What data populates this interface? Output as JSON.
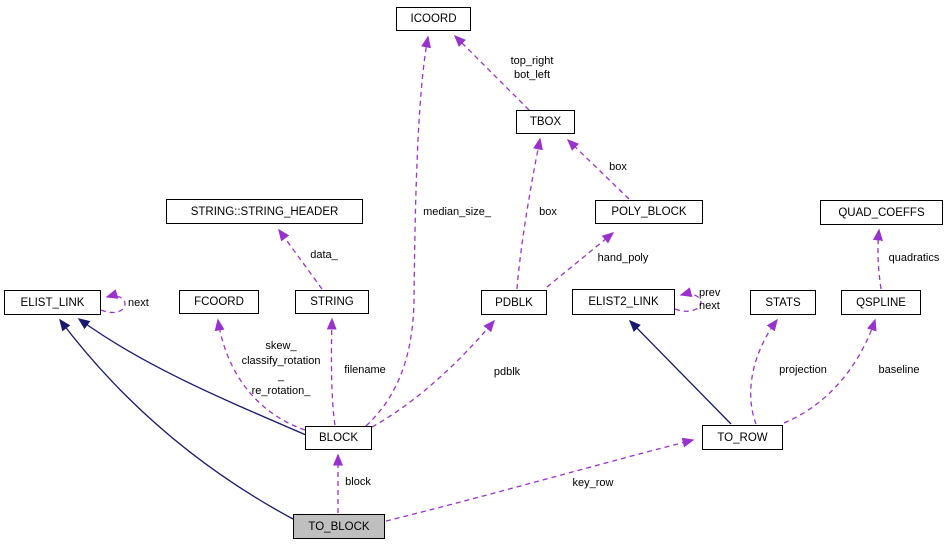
{
  "diagram": {
    "title": "TO_BLOCK collaboration graph",
    "highlighted_node": "TO_BLOCK",
    "colors": {
      "association_edge": "#9932cc",
      "inheritance_edge": "#191970",
      "node_border": "#000000",
      "node_fill": "#ffffff",
      "highlight_fill": "#bfbfbf",
      "background": "#ffffff",
      "text": "#000000"
    }
  },
  "nodes": {
    "icoord": {
      "label": "ICOORD"
    },
    "tbox": {
      "label": "TBOX"
    },
    "string_header": {
      "label": "STRING::STRING_HEADER"
    },
    "poly_block": {
      "label": "POLY_BLOCK"
    },
    "quad_coeffs": {
      "label": "QUAD_COEFFS"
    },
    "elist_link": {
      "label": "ELIST_LINK"
    },
    "fcoord": {
      "label": "FCOORD"
    },
    "string": {
      "label": "STRING"
    },
    "pdblk": {
      "label": "PDBLK"
    },
    "elist2_link": {
      "label": "ELIST2_LINK"
    },
    "stats": {
      "label": "STATS"
    },
    "qspline": {
      "label": "QSPLINE"
    },
    "block": {
      "label": "BLOCK"
    },
    "to_row": {
      "label": "TO_ROW"
    },
    "to_block": {
      "label": "TO_BLOCK"
    }
  },
  "edge_labels": {
    "top_right_bot_left": "top_right\nbot_left",
    "box_polyblock_tbox": "box",
    "box_pdblk_tbox": "box",
    "median_size": "median_size_",
    "data": "data_",
    "hand_poly": "hand_poly",
    "next_elist": "next",
    "prev_next_elist2": "prev\nnext",
    "quadratics": "quadratics",
    "rotations": "skew_\nclassify_rotation\n_\nre_rotation_",
    "filename": "filename",
    "pdblk": "pdblk",
    "projection": "projection",
    "baseline": "baseline",
    "block": "block",
    "key_row": "key_row"
  }
}
